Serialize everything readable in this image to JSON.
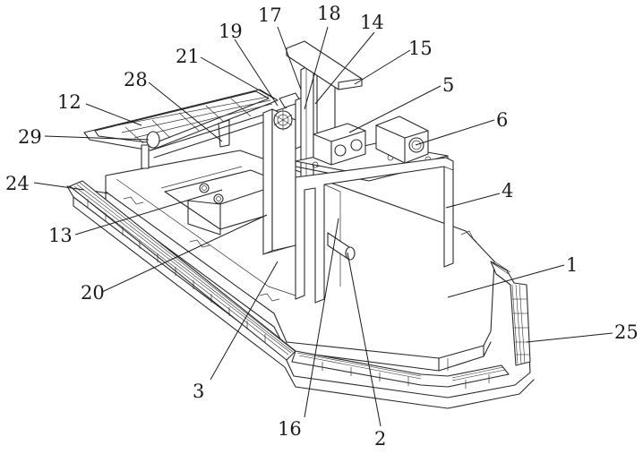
{
  "figure": {
    "type": "patent-perspective-drawing",
    "background": "#ffffff",
    "line_color": "#2a2a2a",
    "callouts": [
      {
        "id": "1",
        "label": "1"
      },
      {
        "id": "2",
        "label": "2"
      },
      {
        "id": "3",
        "label": "3"
      },
      {
        "id": "4",
        "label": "4"
      },
      {
        "id": "5",
        "label": "5"
      },
      {
        "id": "6",
        "label": "6"
      },
      {
        "id": "12",
        "label": "12"
      },
      {
        "id": "13",
        "label": "13"
      },
      {
        "id": "14",
        "label": "14"
      },
      {
        "id": "15",
        "label": "15"
      },
      {
        "id": "16",
        "label": "16"
      },
      {
        "id": "17",
        "label": "17"
      },
      {
        "id": "18",
        "label": "18"
      },
      {
        "id": "19",
        "label": "19"
      },
      {
        "id": "20",
        "label": "20"
      },
      {
        "id": "21",
        "label": "21"
      },
      {
        "id": "24",
        "label": "24"
      },
      {
        "id": "25",
        "label": "25"
      },
      {
        "id": "28",
        "label": "28"
      },
      {
        "id": "29",
        "label": "29"
      }
    ],
    "components": [
      {
        "name": "hull-body",
        "callout": "1"
      },
      {
        "name": "transverse-shaft",
        "callout": "2"
      },
      {
        "name": "vertical-column",
        "callout": "3"
      },
      {
        "name": "u-frame",
        "callout": "4"
      },
      {
        "name": "dual-lens-camera",
        "callout": "5"
      },
      {
        "name": "single-lens-camera",
        "callout": "6"
      },
      {
        "name": "solar-panel",
        "callout": "12"
      },
      {
        "name": "battery-box",
        "callout": "13"
      },
      {
        "name": "mast",
        "callout": "14"
      },
      {
        "name": "top-cap",
        "callout": "15"
      },
      {
        "name": "inner-post",
        "callout": "16"
      },
      {
        "name": "slide-rail",
        "callout": "17"
      },
      {
        "name": "rack",
        "callout": "18"
      },
      {
        "name": "gear",
        "callout": "19"
      },
      {
        "name": "support-plate",
        "callout": "20"
      },
      {
        "name": "motor-bracket",
        "callout": "21"
      },
      {
        "name": "fender-strip",
        "callout": "24"
      },
      {
        "name": "side-bumper",
        "callout": "25"
      },
      {
        "name": "panel-bracket",
        "callout": "28"
      },
      {
        "name": "hinge-pin",
        "callout": "29"
      }
    ]
  }
}
